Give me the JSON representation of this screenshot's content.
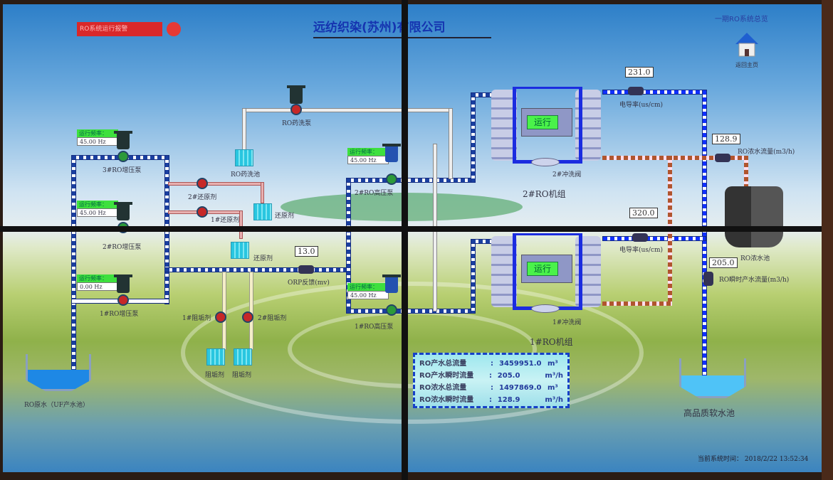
{
  "header": {
    "title": "远纺织染(苏州)有限公司",
    "alarm_button": "RO系统运行报警",
    "page_name": "一期RO系统总览",
    "home_label": "返回主页"
  },
  "pumps": {
    "p3": {
      "label": "3#RO增压泵",
      "freq_title": "运行频率：",
      "freq": "45.00  Hz"
    },
    "p2": {
      "label": "2#RO增压泵",
      "freq_title": "运行频率：",
      "freq": "45.00  Hz"
    },
    "p1": {
      "label": "1#RO增压泵",
      "freq_title": "运行频率：",
      "freq": "0.00   Hz"
    },
    "hp2": {
      "label": "2#RO高压泵",
      "freq_title": "运行频率：",
      "freq": "45.00  Hz"
    },
    "hp1": {
      "label": "1#RO高压泵",
      "freq_title": "运行频率：",
      "freq": "45.00  Hz"
    },
    "wash_pump": "RO药洗泵",
    "wash_tank": "RO药洗池",
    "reducer2": "2#还原剂",
    "reducer1": "1#还原剂",
    "reducer_tank_a": "还原剂",
    "reducer_tank_b": "还原剂",
    "scale1": "1#阻垢剂",
    "scale2": "2#阻垢剂",
    "scale_tank_a": "阻垢剂",
    "scale_tank_b": "阻垢剂"
  },
  "meters": {
    "orp": {
      "value": "13.0",
      "label": "ORP反馈(mv)"
    },
    "cond2": {
      "value": "231.0",
      "label": "电导率(us/cm)"
    },
    "cond1": {
      "value": "320.0",
      "label": "电导率(us/cm)"
    },
    "conc_flow": {
      "value": "128.9",
      "label": "RO浓水流量(m3/h)"
    },
    "prod_flow": {
      "value": "205.0",
      "label": "RO瞬时产水流量(m3/h)"
    }
  },
  "units": {
    "ro2": {
      "label": "2#RO机组",
      "status": "运行",
      "valve": "2#冲洗阀"
    },
    "ro1": {
      "label": "1#RO机组",
      "status": "运行",
      "valve": "1#冲洗阀"
    }
  },
  "pools": {
    "raw": "RO原水（UF产水池）",
    "conc": "RO浓水池",
    "soft": "高品质软水池"
  },
  "summary": [
    {
      "key": "RO产水总流量",
      "value": "3459951.0",
      "unit": "m³"
    },
    {
      "key": "RO产水瞬时流量",
      "value": "205.0",
      "unit": "m³/h"
    },
    {
      "key": "RO浓水总流量",
      "value": "1497869.0",
      "unit": "m³"
    },
    {
      "key": "RO浓水瞬时流量",
      "value": "128.9",
      "unit": "m³/h"
    }
  ],
  "footer": {
    "time_label": "当前系统时间：",
    "time": "2018/2/22 13:52:34"
  }
}
